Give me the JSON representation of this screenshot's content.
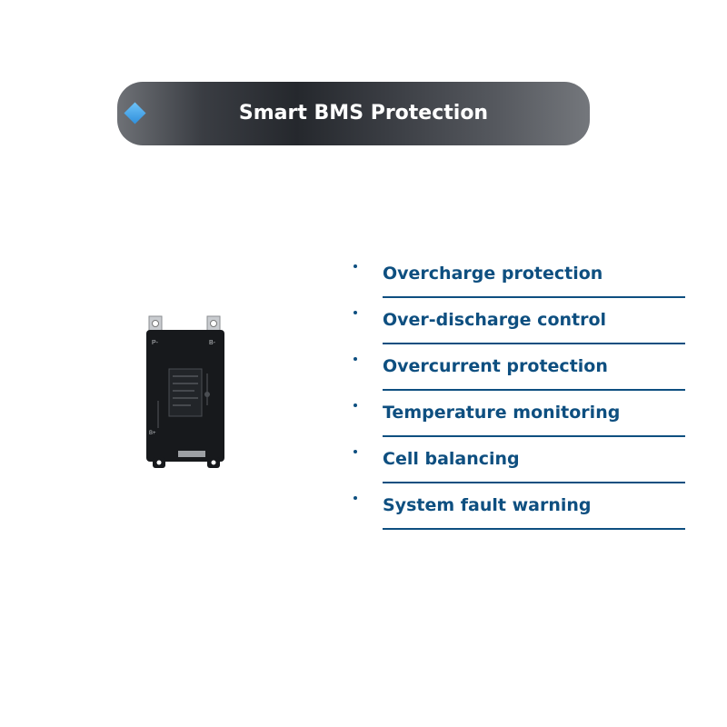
{
  "banner": {
    "title": "Smart BMS Protection",
    "icon": "diamond-icon",
    "accent_color": "#3a99e6"
  },
  "product": {
    "name": "bms-board-image",
    "labels": [
      "P-",
      "B-",
      "B+"
    ]
  },
  "features": [
    {
      "label": "Overcharge protection"
    },
    {
      "label": "Over-discharge control"
    },
    {
      "label": "Overcurrent protection"
    },
    {
      "label": "Temperature monitoring"
    },
    {
      "label": "Cell balancing"
    },
    {
      "label": "System fault warning"
    }
  ],
  "colors": {
    "feature_text": "#0e4f80",
    "banner_text": "#ffffff"
  }
}
